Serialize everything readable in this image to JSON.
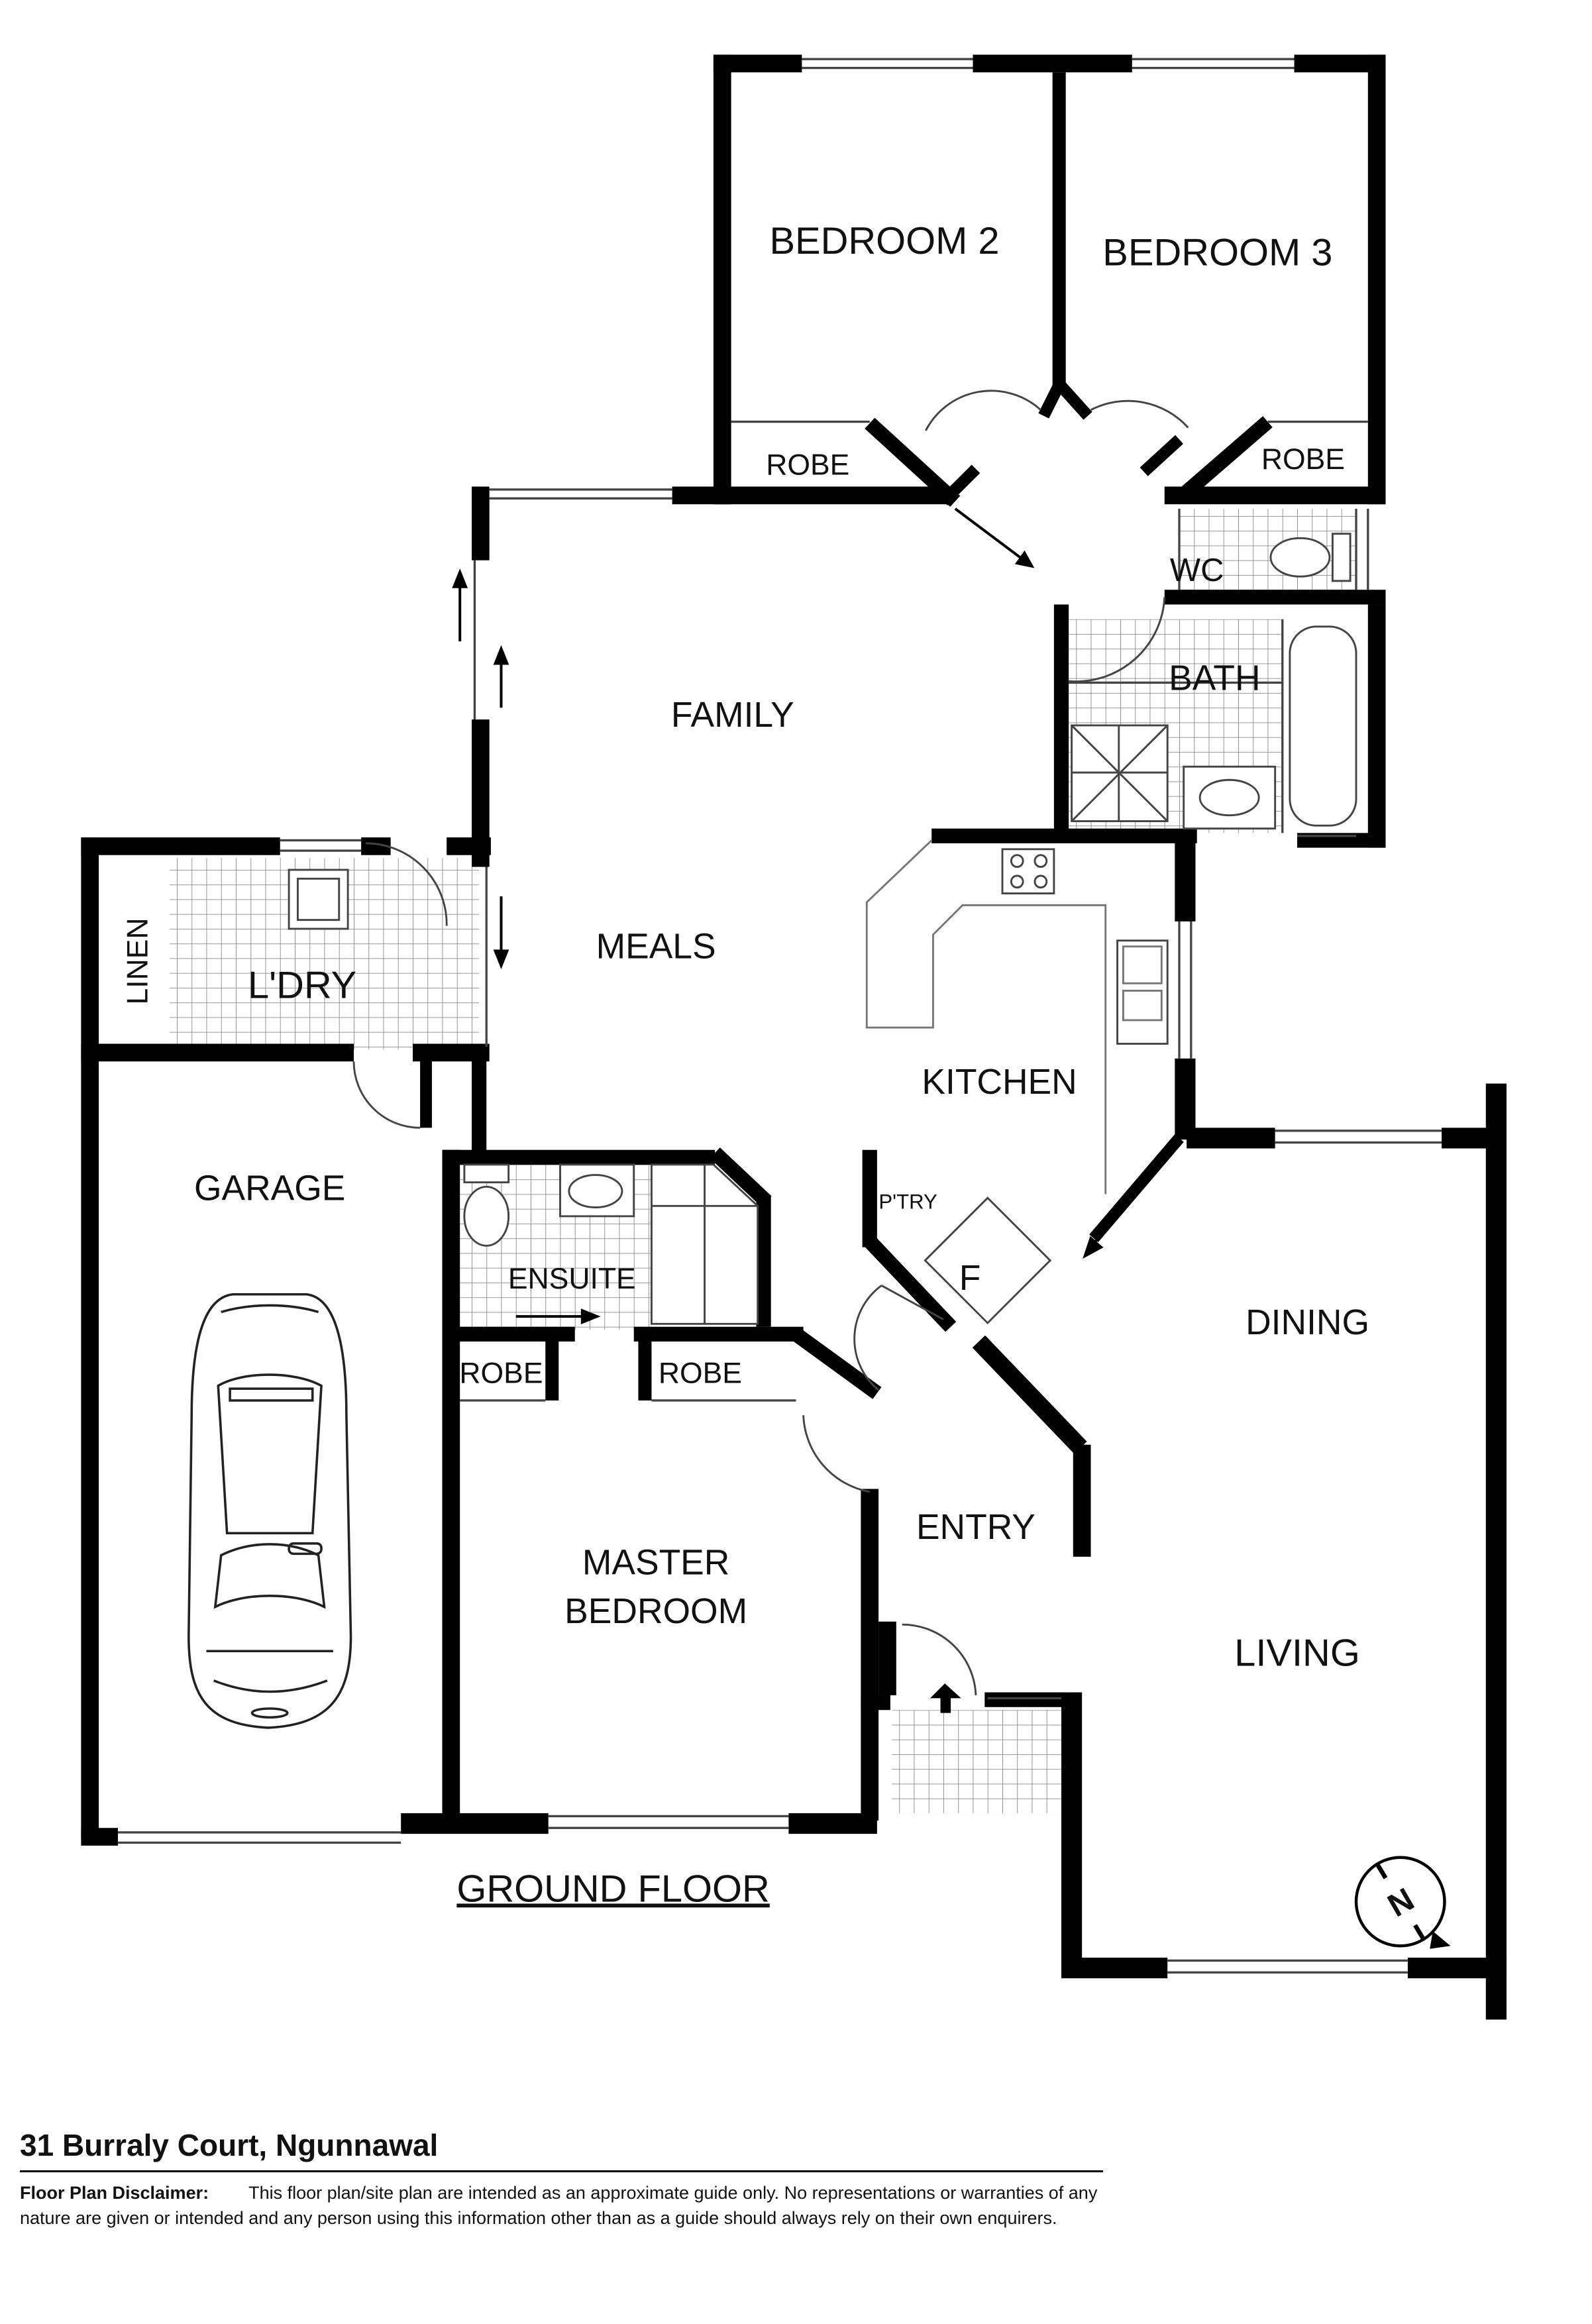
{
  "plan": {
    "title": "GROUND FLOOR",
    "rooms": {
      "bedroom2": "BEDROOM 2",
      "bedroom3": "BEDROOM 3",
      "robe_bed2": "ROBE",
      "robe_bed3": "ROBE",
      "wc": "WC",
      "bath": "BATH",
      "family": "FAMILY",
      "meals": "MEALS",
      "kitchen": "KITCHEN",
      "laundry": "L'DRY",
      "linen": "LINEN",
      "garage": "GARAGE",
      "ensuite": "ENSUITE",
      "robe_master_left": "ROBE",
      "robe_master_right": "ROBE",
      "pantry": "P'TRY",
      "fridge": "F",
      "master_line1": "MASTER",
      "master_line2": "BEDROOM",
      "entry": "ENTRY",
      "dining": "DINING",
      "living": "LIVING"
    },
    "compass": {
      "letter": "N"
    }
  },
  "footer": {
    "address": "31 Burraly Court, Ngunnawal",
    "disclaimer_title": "Floor Plan Disclaimer:",
    "disclaimer_text": "This floor plan/site plan are intended as an approximate guide only. No representations or warranties of any nature are given or intended and any person using this information other than as a guide should always rely on their own enquirers."
  }
}
